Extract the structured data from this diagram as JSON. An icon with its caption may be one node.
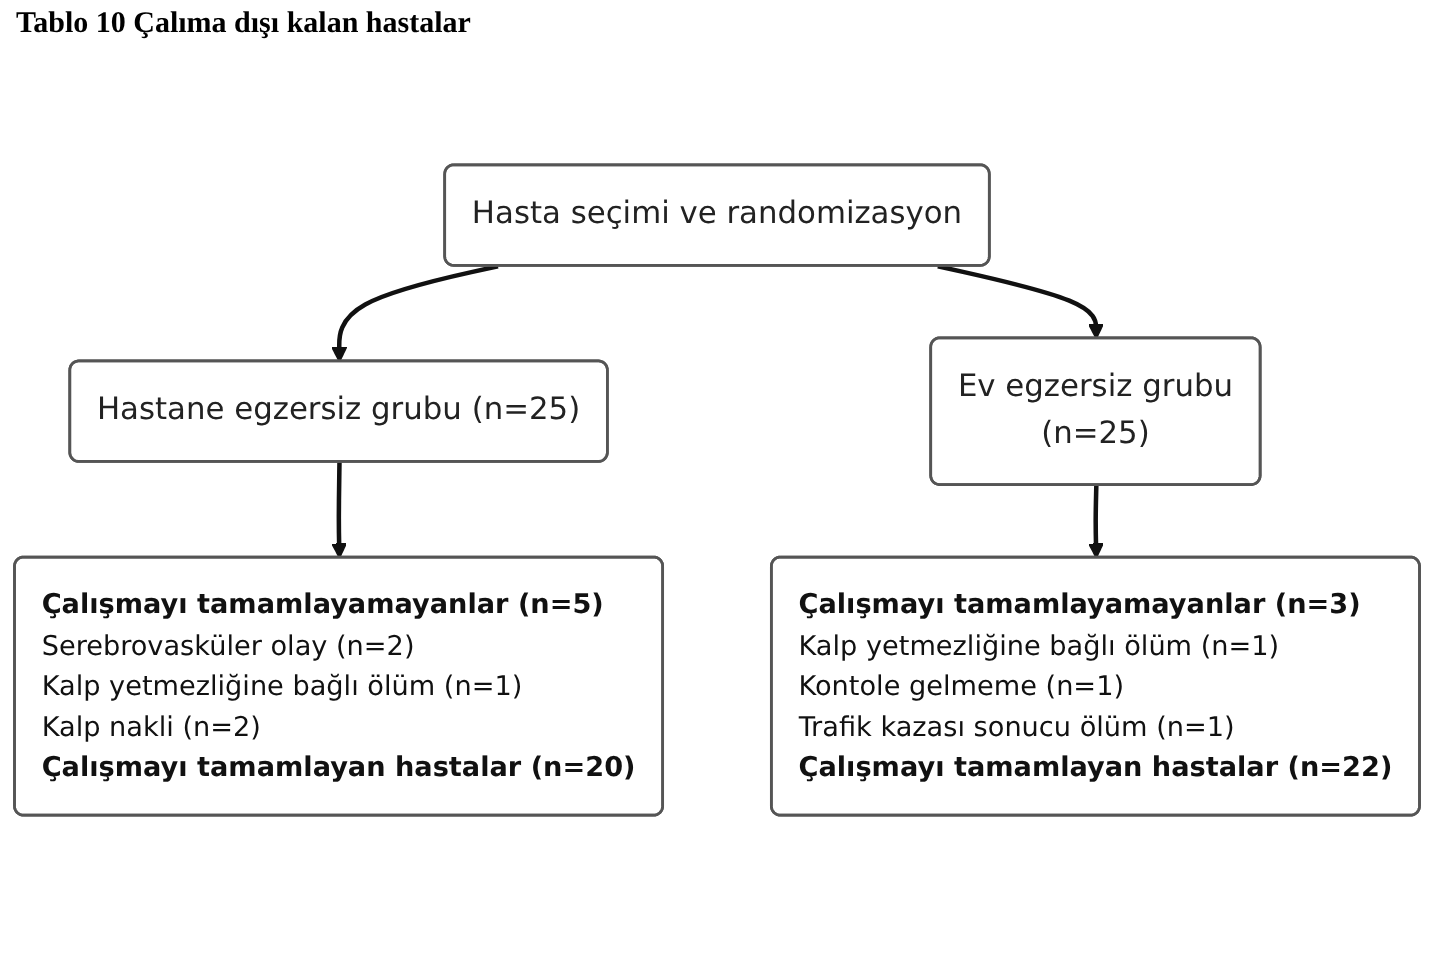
{
  "diagram": {
    "title": "Tablo 10 Çalıma dışı kalan hastalar",
    "nodes": [
      {
        "text": [
          "Hasta seçimi ve randomizasyon"
        ]
      },
      {
        "text": [
          "Hastane egzersiz grubu (n=25)"
        ]
      },
      {
        "text": [
          "Ev egzersiz grubu",
          "(n=25)"
        ]
      },
      {
        "text": [
          "Çalışmayı tamamlayamayanlar (n=5)",
          "Serebrovasküler olay (n=2)",
          "Kalp yetmezliğine bağlı ölüm (n=1)",
          "Kalp nakli (n=2)",
          "Çalışmayı tamamlayan hastalar (n=20)"
        ]
      },
      {
        "text": [
          "Çalışmayı tamamlayamayanlar (n=3)",
          "Kalp yetmezliğine bağlı ölüm (n=1)",
          "Kontole gelmeme (n=1)",
          "Trafik kazası sonucu ölüm (n=1)",
          "Çalışmayı tamamlayan hastalar (n=22)"
        ]
      }
    ],
    "edges": [
      {
        "from": 0,
        "to": 1,
        "arrow": "to"
      },
      {
        "from": 0,
        "to": 2,
        "arrow": "to"
      },
      {
        "from": 1,
        "to": 3,
        "arrow": "to"
      },
      {
        "from": 2,
        "to": 4,
        "arrow": "to"
      }
    ]
  }
}
